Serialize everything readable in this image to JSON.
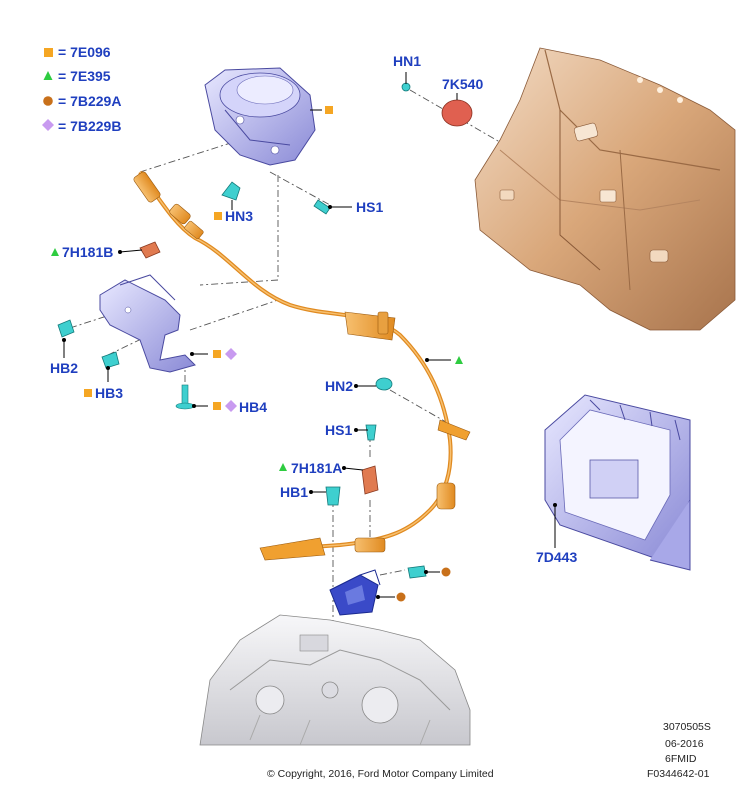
{
  "legend": [
    {
      "code": "= 7E096",
      "marker": "square",
      "color": "#f5a623"
    },
    {
      "code": "= 7E395",
      "marker": "triangle",
      "color": "#2ecc40"
    },
    {
      "code": "= 7B229A",
      "marker": "circle",
      "color": "#c8701a"
    },
    {
      "code": "= 7B229B",
      "marker": "diamond",
      "color": "#c89af0"
    }
  ],
  "labels": {
    "hn1": "HN1",
    "k540": "7K540",
    "hn3": "HN3",
    "hs1_top": "HS1",
    "h181b": "7H181B",
    "hb2": "HB2",
    "hb3": "HB3",
    "hb4": "HB4",
    "hn2": "HN2",
    "hs1_mid": "HS1",
    "h181a": "7H181A",
    "hb1": "HB1",
    "d443": "7D443"
  },
  "footer": {
    "copyright": "© Copyright, 2016, Ford Motor Company Limited",
    "code1": "3070505S",
    "date": "06-2016",
    "model": "6FMID",
    "figure": "F0344642-01"
  },
  "colors": {
    "label": "#1f3fbf",
    "cable": "#f0a030",
    "bracket": "#b8b8f0",
    "fastener": "#3ecfcf",
    "body_panel": "#d9a77a",
    "transmission": "#e4e4e8",
    "pad": "#e06050",
    "clip": "#e07a50"
  }
}
